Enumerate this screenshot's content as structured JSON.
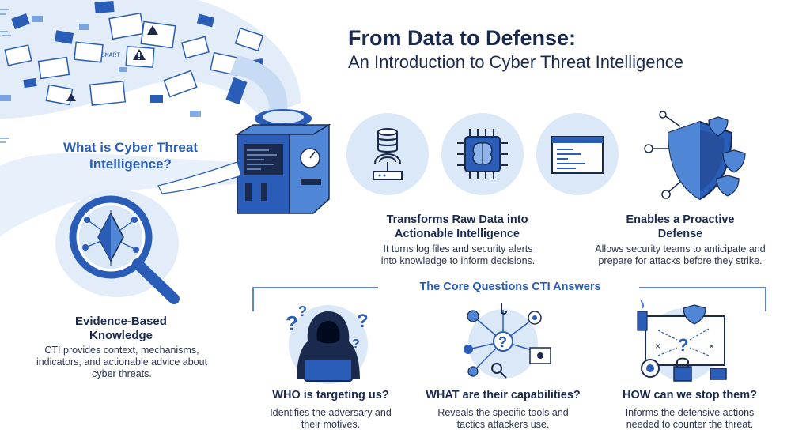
{
  "title": {
    "line1": "From Data to Defense:",
    "line2": "An Introduction to Cyber Threat Intelligence"
  },
  "what_is": {
    "heading": "What is Cyber Threat Intelligence?",
    "sub_heading": "Evidence-Based Knowledge",
    "description": "CTI provides context, mechanisms, indicators, and actionable advice about cyber threats."
  },
  "transforms": {
    "heading": "Transforms Raw Data into Actionable Intelligence",
    "description": "It turns log files and security alerts into knowledge to inform decisions."
  },
  "proactive": {
    "heading": "Enables a Proactive Defense",
    "description": "Allows security teams to anticipate and prepare for attacks before they strike."
  },
  "core_questions": {
    "heading": "The Core Questions CTI Answers",
    "items": [
      {
        "question": "WHO is targeting us?",
        "answer": "Identifies the adversary and their motives."
      },
      {
        "question": "WHAT are their capabilities?",
        "answer": "Reveals the specific tools and tactics attackers use."
      },
      {
        "question": "HOW can we stop them?",
        "answer": "Informs the defensive actions needed to counter the threat."
      }
    ]
  },
  "decor": {
    "stream_label": "SMART"
  },
  "colors": {
    "primary": "#2a5db8",
    "dark": "#1a2a4f",
    "light_blue": "#dbe8f8",
    "mid_blue": "#4f86d6"
  },
  "icons": [
    "database-icon",
    "router-icon",
    "brain-chip-icon",
    "code-window-icon",
    "shield-network-icon",
    "hacker-icon",
    "bug-icon",
    "magnifier-icon",
    "network-map-icon"
  ]
}
